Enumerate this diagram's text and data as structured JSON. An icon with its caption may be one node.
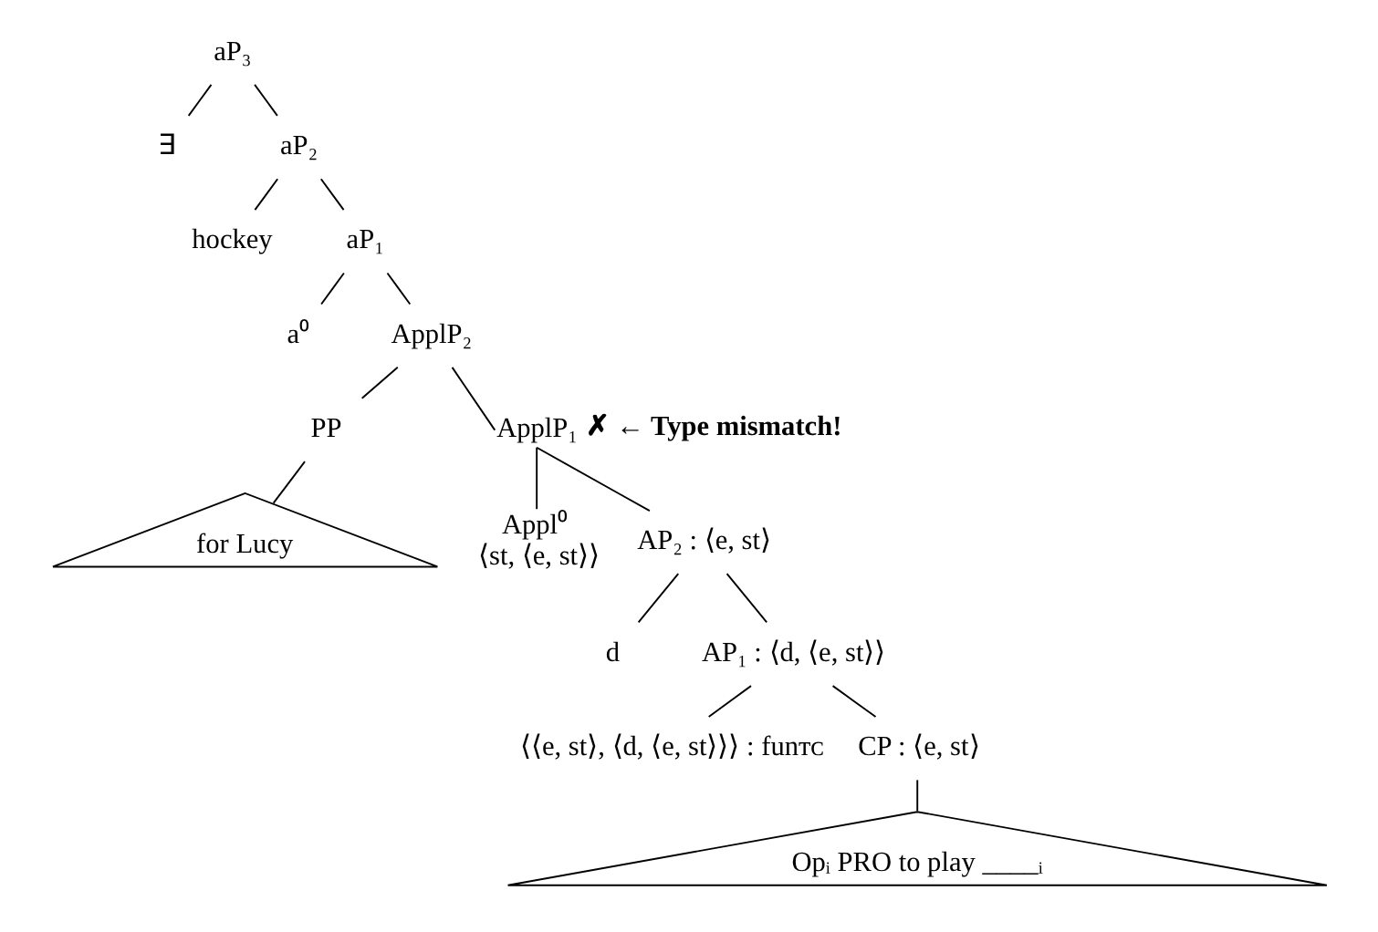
{
  "diagram": {
    "nodes": [
      {
        "text": [
          "aP₃"
        ]
      },
      {
        "text": [
          "∃"
        ]
      },
      {
        "text": [
          "aP₂"
        ]
      },
      {
        "text": [
          "hockey"
        ]
      },
      {
        "text": [
          "aP₁"
        ]
      },
      {
        "text": [
          "a⁰"
        ]
      },
      {
        "text": [
          "ApplP₂"
        ]
      },
      {
        "text": [
          "PP"
        ]
      },
      {
        "text": [
          "ApplP₁"
        ],
        "beside": [
          "✗ ← Type mismatch!"
        ]
      },
      {
        "text": [
          "for Lucy"
        ]
      },
      {
        "text": [
          "Appl⁰",
          "⟨st, ⟨e, st⟩⟩"
        ]
      },
      {
        "text": [
          "AP₂ : ⟨e, st⟩"
        ]
      },
      {
        "text": [
          "d"
        ]
      },
      {
        "text": [
          "AP₁ : ⟨d, ⟨e, st⟩⟩"
        ]
      },
      {
        "text": [
          "⟨⟨e, st⟩, ⟨d, ⟨e, st⟩⟩⟩ : funᴛᴄ"
        ]
      },
      {
        "text": [
          "CP : ⟨e, st⟩"
        ]
      },
      {
        "text": [
          "Opᵢ PRO to play ____ᵢ"
        ]
      }
    ],
    "edges": [
      {
        "from": 0,
        "to": 1,
        "arrow": "none"
      },
      {
        "from": 0,
        "to": 2,
        "arrow": "none"
      },
      {
        "from": 2,
        "to": 3,
        "arrow": "none"
      },
      {
        "from": 2,
        "to": 4,
        "arrow": "none"
      },
      {
        "from": 4,
        "to": 5,
        "arrow": "none"
      },
      {
        "from": 4,
        "to": 6,
        "arrow": "none"
      },
      {
        "from": 6,
        "to": 7,
        "arrow": "none"
      },
      {
        "from": 6,
        "to": 8,
        "arrow": "none"
      },
      {
        "from": 7,
        "to": 9,
        "arrow": "none"
      },
      {
        "from": 8,
        "to": 10,
        "arrow": "none"
      },
      {
        "from": 8,
        "to": 11,
        "arrow": "none"
      },
      {
        "from": 11,
        "to": 12,
        "arrow": "none"
      },
      {
        "from": 11,
        "to": 13,
        "arrow": "none"
      },
      {
        "from": 13,
        "to": 14,
        "arrow": "none"
      },
      {
        "from": 13,
        "to": 15,
        "arrow": "none"
      },
      {
        "from": 15,
        "to": 16,
        "arrow": "none"
      }
    ]
  }
}
